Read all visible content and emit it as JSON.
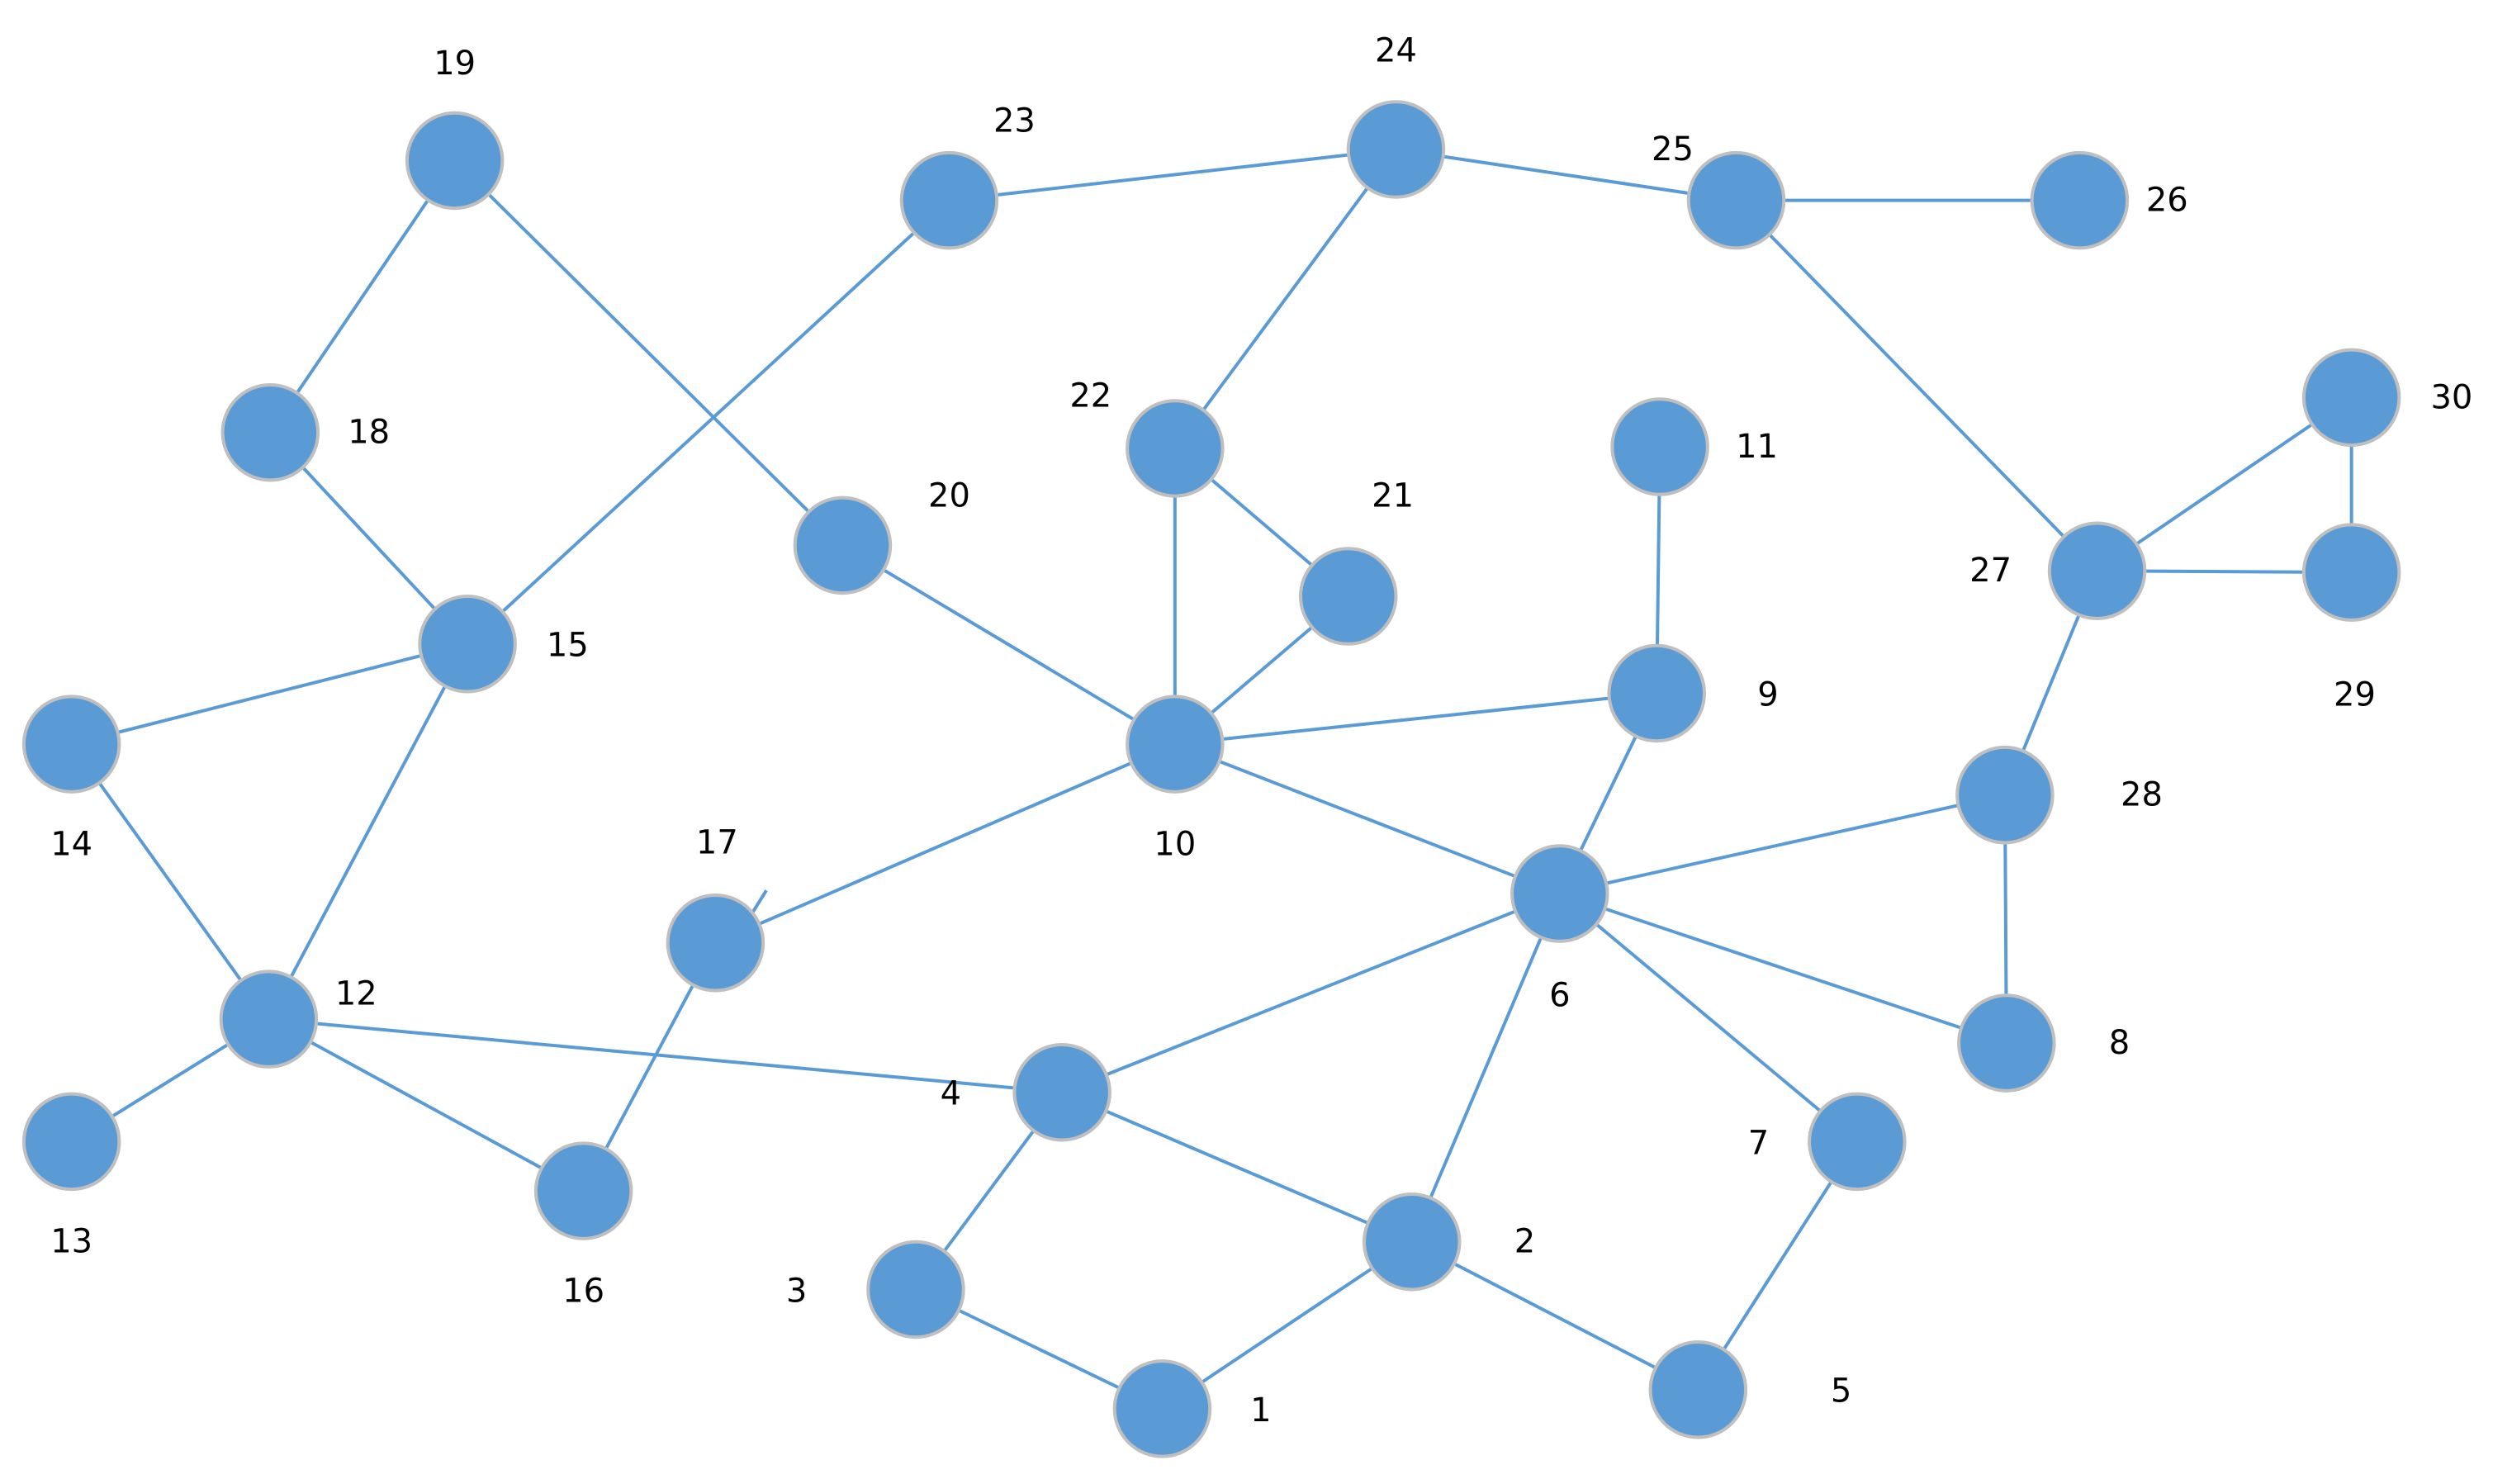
{
  "graph": {
    "node_color": "#5B9BD5",
    "edge_color": "#5B9BD5",
    "outline_color": "#BFBFBF",
    "nodes": [
      {
        "id": "1",
        "label": "1"
      },
      {
        "id": "2",
        "label": "2"
      },
      {
        "id": "3",
        "label": "3"
      },
      {
        "id": "4",
        "label": "4"
      },
      {
        "id": "5",
        "label": "5"
      },
      {
        "id": "6",
        "label": "6"
      },
      {
        "id": "7",
        "label": "7"
      },
      {
        "id": "8",
        "label": "8"
      },
      {
        "id": "9",
        "label": "9"
      },
      {
        "id": "10",
        "label": "10"
      },
      {
        "id": "11",
        "label": "11"
      },
      {
        "id": "12",
        "label": "12"
      },
      {
        "id": "13",
        "label": "13"
      },
      {
        "id": "14",
        "label": "14"
      },
      {
        "id": "15",
        "label": "15"
      },
      {
        "id": "16",
        "label": "16"
      },
      {
        "id": "17",
        "label": "17"
      },
      {
        "id": "18",
        "label": "18"
      },
      {
        "id": "19",
        "label": "19"
      },
      {
        "id": "20",
        "label": "20"
      },
      {
        "id": "21",
        "label": "21"
      },
      {
        "id": "22",
        "label": "22"
      },
      {
        "id": "23",
        "label": "23"
      },
      {
        "id": "24",
        "label": "24"
      },
      {
        "id": "25",
        "label": "25"
      },
      {
        "id": "26",
        "label": "26"
      },
      {
        "id": "27",
        "label": "27"
      },
      {
        "id": "28",
        "label": "28"
      },
      {
        "id": "29",
        "label": "29"
      },
      {
        "id": "30",
        "label": "30"
      }
    ],
    "edges": [
      [
        "19",
        "18"
      ],
      [
        "19",
        "20"
      ],
      [
        "18",
        "15"
      ],
      [
        "15",
        "14"
      ],
      [
        "15",
        "12"
      ],
      [
        "15",
        "23"
      ],
      [
        "14",
        "12"
      ],
      [
        "12",
        "13"
      ],
      [
        "12",
        "16"
      ],
      [
        "12",
        "4"
      ],
      [
        "16",
        "17"
      ],
      [
        "17",
        "10"
      ],
      [
        "20",
        "10"
      ],
      [
        "23",
        "24"
      ],
      [
        "24",
        "22"
      ],
      [
        "24",
        "25"
      ],
      [
        "25",
        "26"
      ],
      [
        "25",
        "27"
      ],
      [
        "22",
        "21"
      ],
      [
        "22",
        "10"
      ],
      [
        "21",
        "10"
      ],
      [
        "10",
        "9"
      ],
      [
        "10",
        "6"
      ],
      [
        "11",
        "9"
      ],
      [
        "9",
        "6"
      ],
      [
        "6",
        "4"
      ],
      [
        "6",
        "2"
      ],
      [
        "6",
        "7"
      ],
      [
        "6",
        "8"
      ],
      [
        "6",
        "28"
      ],
      [
        "28",
        "8"
      ],
      [
        "28",
        "27"
      ],
      [
        "27",
        "30"
      ],
      [
        "27",
        "29"
      ],
      [
        "30",
        "29"
      ],
      [
        "4",
        "3"
      ],
      [
        "4",
        "2"
      ],
      [
        "3",
        "1"
      ],
      [
        "1",
        "2"
      ],
      [
        "2",
        "5"
      ],
      [
        "5",
        "7"
      ]
    ]
  }
}
